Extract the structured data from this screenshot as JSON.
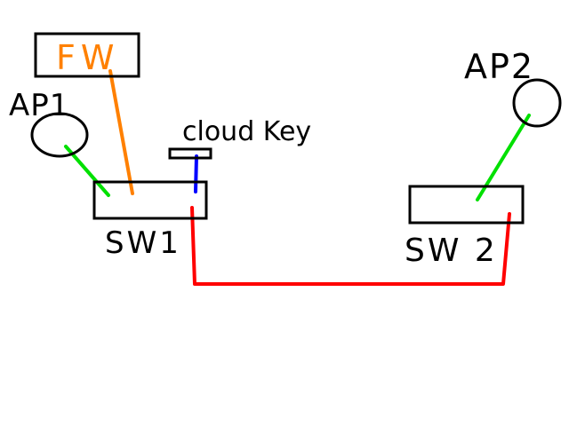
{
  "labels": {
    "fw": "FW",
    "ap1": "AP1",
    "ap2": "AP2",
    "cloud_key": "cloud Key",
    "sw1": "SW1",
    "sw2": "SW 2"
  },
  "colors": {
    "outline": "#000000",
    "fw_text": "#ff8000",
    "fw_link": "#ff8000",
    "ap_link": "#00e000",
    "cloud_key_link": "#0000ff",
    "switch_link": "#ff0000",
    "background": "#ffffff"
  },
  "links": [
    {
      "from": "FW",
      "to": "SW1",
      "color": "orange"
    },
    {
      "from": "AP1",
      "to": "SW1",
      "color": "green"
    },
    {
      "from": "cloud Key",
      "to": "SW1",
      "color": "blue"
    },
    {
      "from": "SW1",
      "to": "SW 2",
      "color": "red"
    },
    {
      "from": "AP2",
      "to": "SW 2",
      "color": "green"
    }
  ]
}
